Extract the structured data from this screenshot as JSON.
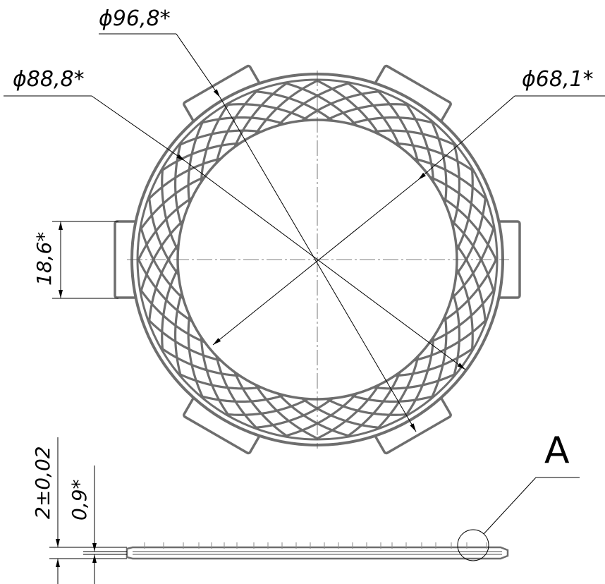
{
  "drawing": {
    "part": "friction-disc",
    "dimensions": {
      "outer_dia": "ϕ96,8*",
      "friction_dia": "ϕ88,8*",
      "inner_dia": "ϕ68,1*",
      "tab_width": "18,6*",
      "total_thickness": "2±0,02",
      "core_thickness": "0,9*"
    },
    "detail_label": "A"
  }
}
